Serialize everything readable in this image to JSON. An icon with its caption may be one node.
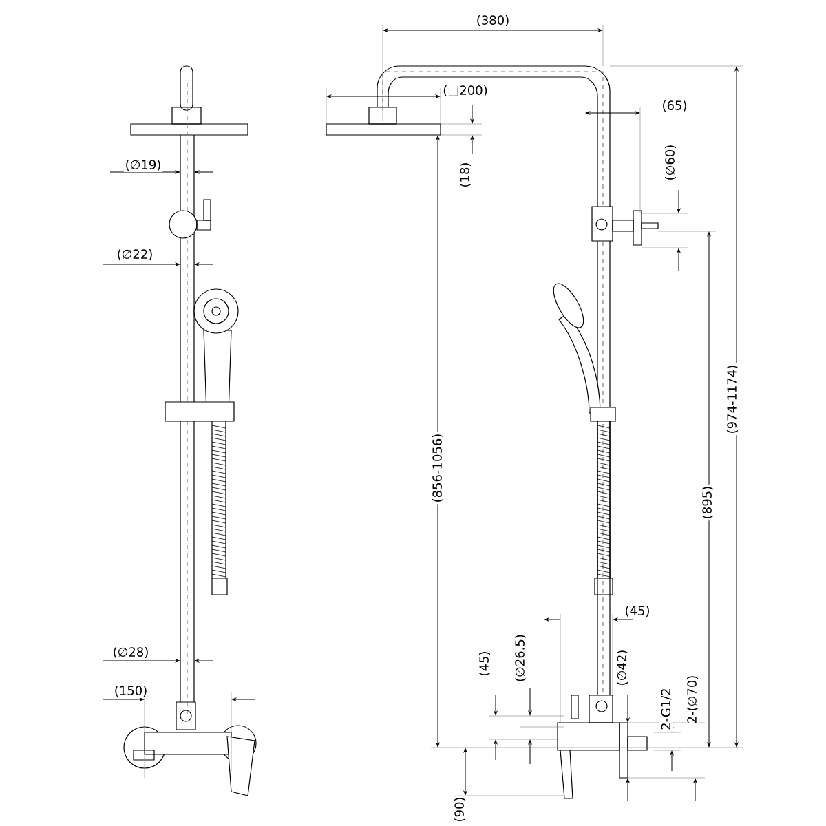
{
  "diagram": {
    "labels": [
      "(380)",
      "(□200)",
      "(65)",
      "(∅19)",
      "(18)",
      "(∅60)",
      "(∅22)",
      "(974-1174)",
      "(856-1056)",
      "(895)",
      "(45)",
      "(∅28)",
      "(45)",
      "(∅26.5)",
      "(∅42)",
      "(150)",
      "2-G1/2",
      "2-(∅70)",
      "(90)"
    ]
  }
}
